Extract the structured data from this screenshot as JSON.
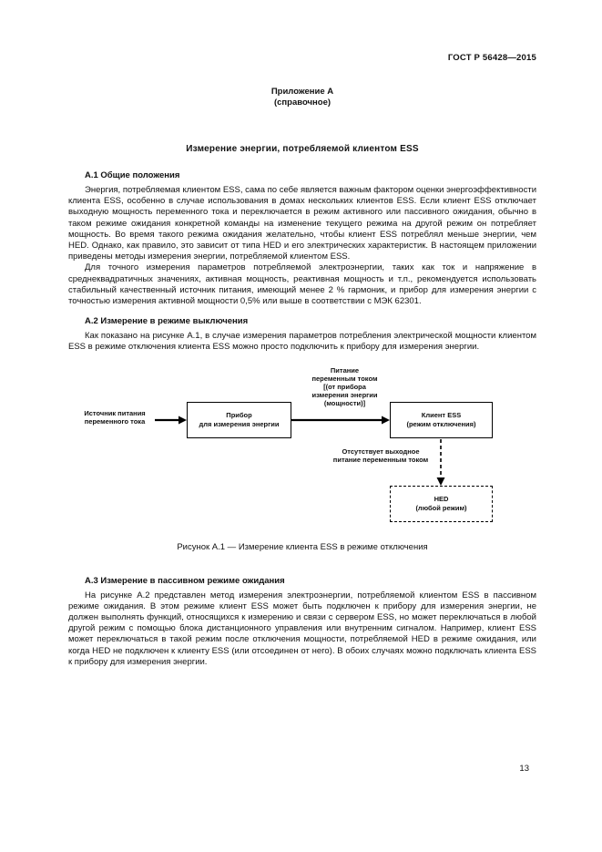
{
  "header": {
    "doc_number": "ГОСТ Р 56428—2015"
  },
  "annex": {
    "title": "Приложение А",
    "subtitle": "(справочное)"
  },
  "main_title": "Измерение энергии, потребляемой клиентом ESS",
  "section_a1": {
    "heading": "А.1 Общие положения",
    "p1": "Энергия, потребляемая клиентом ESS, сама по себе является важным фактором оценки энергоэффективности клиента ESS, особенно в случае использования в домах нескольких клиентов ESS. Если клиент ESS отключает выходную мощность переменного тока и переключается в режим активного или пассивного ожидания, обычно в таком режиме ожидания конкретной команды на изменение текущего режима на другой режим он потребляет мощность. Во время такого режима ожидания желательно, чтобы клиент ESS потреблял меньше энергии, чем HED. Однако, как правило, это зависит от типа HED и его электрических характеристик. В настоящем приложении приведены методы измерения энергии, потребляемой клиентом ESS.",
    "p2": "Для точного измерения параметров потребляемой электроэнергии, таких как ток и напряжение в среднеквадратичных значениях, активная мощность, реактивная мощность и т.п., рекомендуется использовать стабильный качественный источник питания, имеющий менее 2 % гармоник, и прибор для измерения энергии с точностью измерения активной мощности 0,5% или выше в соответствии с МЭК 62301."
  },
  "section_a2": {
    "heading": "А.2 Измерение в режиме выключения",
    "p1": "Как показано на рисунке А.1, в случае измерения параметров потребления электрической мощности клиентом ESS в режиме отключения клиента ESS можно просто подключить к прибору для измерения энергии."
  },
  "figure": {
    "source_label": "Источник питания\nпеременного тока",
    "feed_label": "Питание\nпеременным током\n[(от прибора\nизмерения энергии\n(мощности)]",
    "meter_box": "Прибор\nдля измерения энергии",
    "client_box": "Клиент ESS\n(режим отключения)",
    "no_output_label": "Отсутствует выходное\nпитание переменным током",
    "hed_box": "HED\n(любой режим)",
    "caption": "Рисунок А.1 — Измерение клиента ESS в режиме отключения"
  },
  "section_a3": {
    "heading": "А.3 Измерение в пассивном режиме ожидания",
    "p1": "На рисунке А.2 представлен метод измерения электроэнергии, потребляемой клиентом ESS в пассивном режиме ожидания. В этом режиме клиент ESS может быть подключен к прибору для измерения энергии, не должен выполнять функций, относящихся к измерению и связи с сервером ESS, но может переключаться в любой другой режим с помощью блока дистанционного управления или внутренним сигналом. Например, клиент ESS может переключаться в такой режим после отключения мощности, потребляемой HED в режиме ожидания, или когда HED не подключен к клиенту ESS (или отсоединен от него). В обоих случаях можно подключать клиента ESS к прибору для измерения энергии.",
    "": ""
  },
  "footer": {
    "page_number": "13"
  }
}
